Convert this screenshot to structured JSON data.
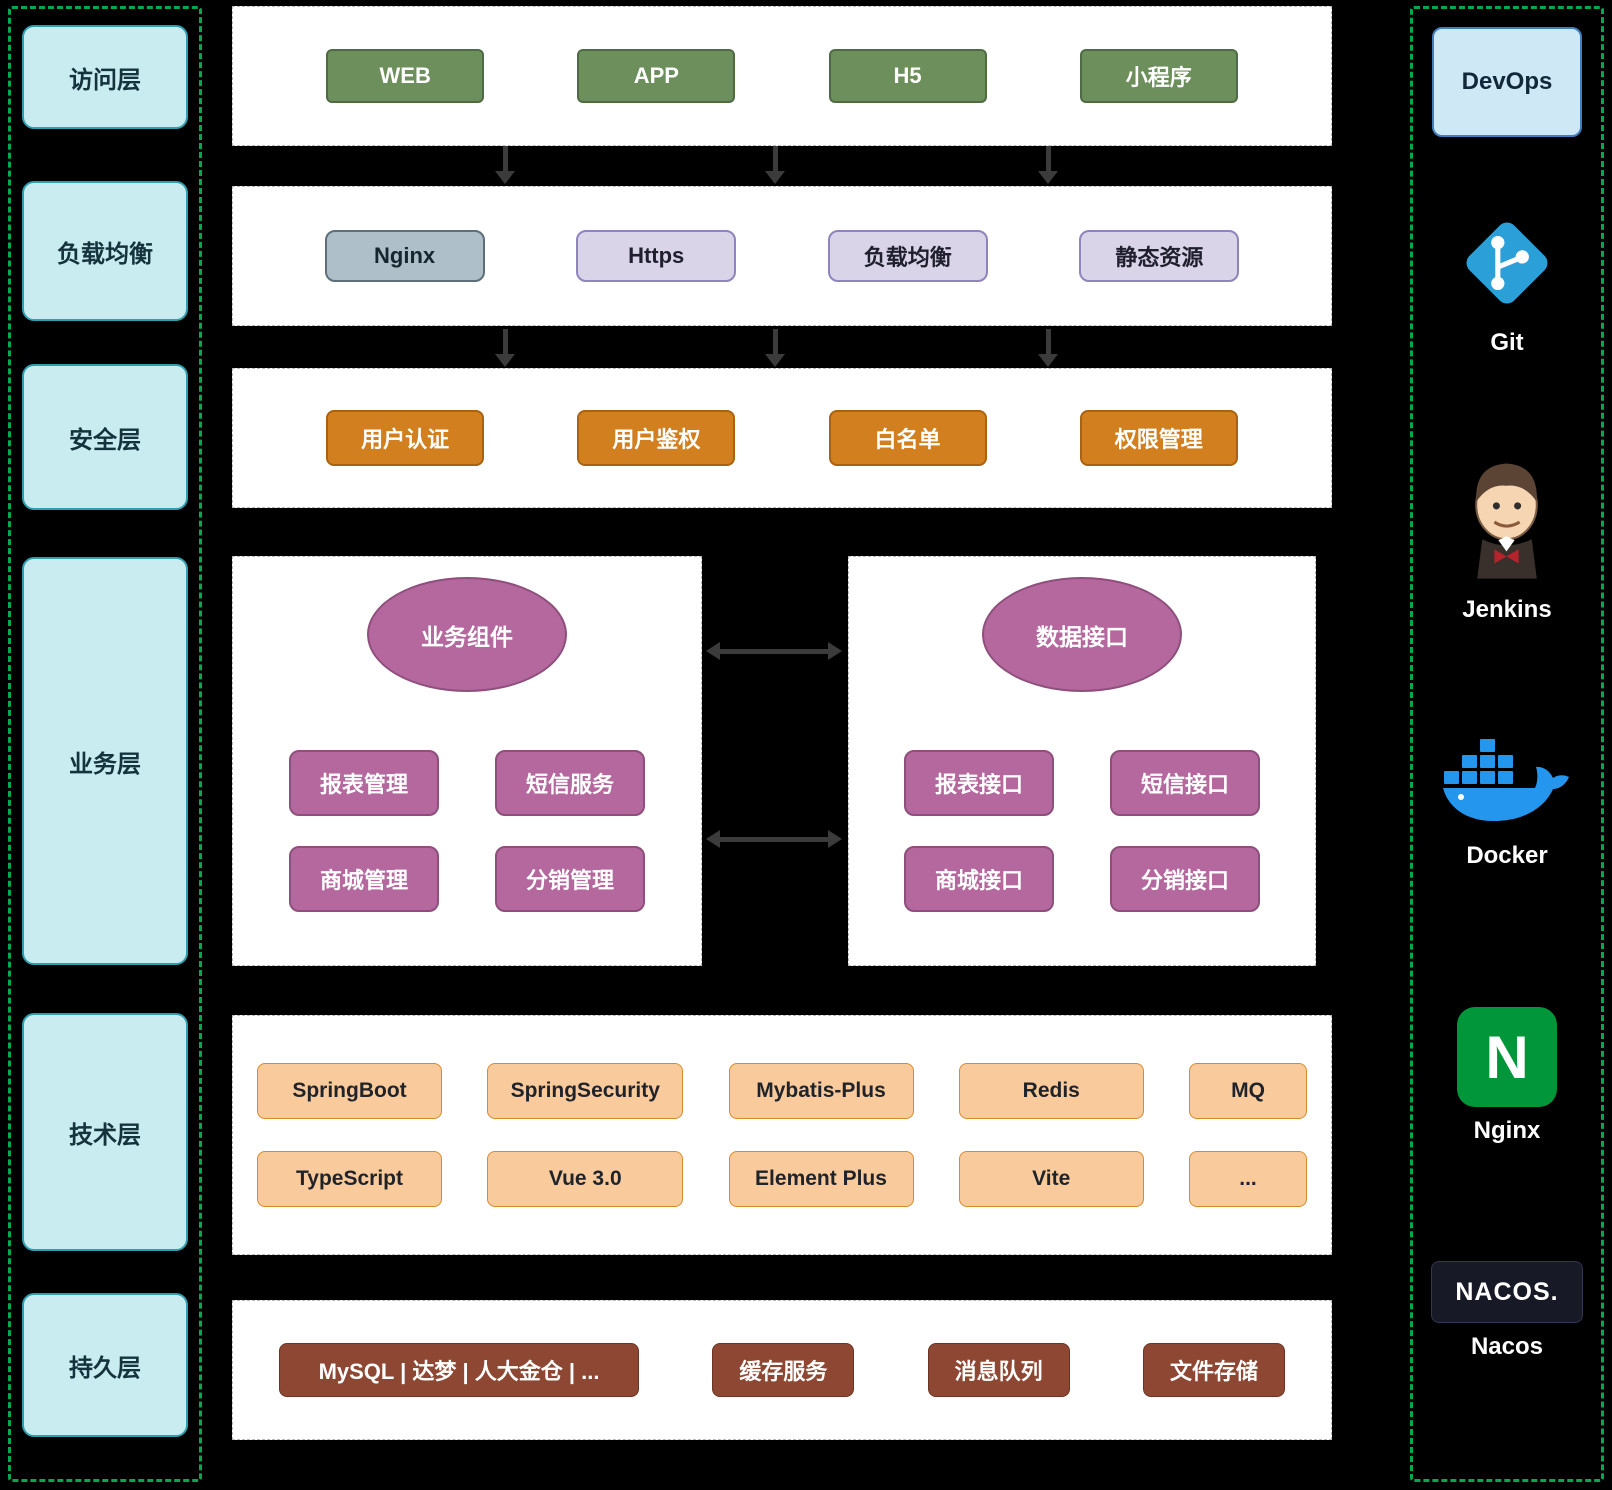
{
  "layers": {
    "items": [
      "访问层",
      "负载均衡",
      "安全层",
      "业务层",
      "技术层",
      "持久层"
    ]
  },
  "access": {
    "items": [
      "WEB",
      "APP",
      "H5",
      "小程序"
    ]
  },
  "load_balance": {
    "items": [
      "Nginx",
      "Https",
      "负载均衡",
      "静态资源"
    ]
  },
  "security": {
    "items": [
      "用户认证",
      "用户鉴权",
      "白名单",
      "权限管理"
    ]
  },
  "business": {
    "components": {
      "title": "业务组件",
      "items": [
        "报表管理",
        "短信服务",
        "商城管理",
        "分销管理"
      ]
    },
    "interfaces": {
      "title": "数据接口",
      "items": [
        "报表接口",
        "短信接口",
        "商城接口",
        "分销接口"
      ]
    }
  },
  "tech": {
    "row1": [
      "SpringBoot",
      "SpringSecurity",
      "Mybatis-Plus",
      "Redis",
      "MQ"
    ],
    "row2": [
      "TypeScript",
      "Vue 3.0",
      "Element Plus",
      "Vite",
      "..."
    ]
  },
  "persistence": {
    "items": [
      "MySQL | 达梦 | 人大金仓 | ...",
      "缓存服务",
      "消息队列",
      "文件存储"
    ]
  },
  "devops": {
    "title": "DevOps",
    "tools": [
      "Git",
      "Jenkins",
      "Docker",
      "Nginx",
      "Nacos"
    ],
    "nginx_logo_letter": "N",
    "nacos_logo_text": "NACOS."
  },
  "colors": {
    "background": "#000000",
    "sidebar_border": "#00a84f",
    "layer_fill": "#c9ecf0",
    "layer_border": "#2f9fae",
    "access_node": "#6c8f5b",
    "nginx_node": "#aebfc9",
    "lavender_node": "#d9d4e8",
    "security_node": "#d2801f",
    "business_node": "#b5689e",
    "tech_node": "#f9cb9c",
    "persistence_node": "#8e4733",
    "devops_fill": "#cfe8f5",
    "arrow": "#3b3b3b"
  }
}
